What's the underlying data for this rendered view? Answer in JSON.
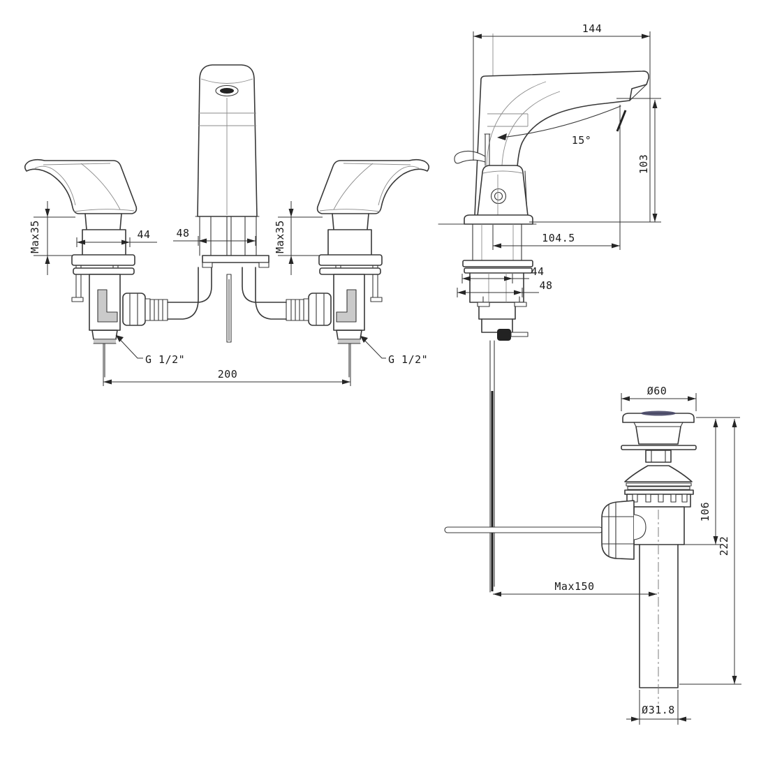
{
  "drawing": {
    "front_view": {
      "max35_left": "Max35",
      "d44": "44",
      "d48": "48",
      "max35_right": "Max35",
      "d200": "200",
      "g_left": "G 1/2\"",
      "g_right": "G 1/2\""
    },
    "side_view": {
      "d144": "144",
      "angle15": "15°",
      "d103": "103",
      "d104_5": "104.5",
      "d44": "44",
      "d48": "48",
      "max150": "Max150"
    },
    "drain_view": {
      "dia60": "Ø60",
      "d106": "106",
      "d222": "222",
      "dia31_8": "Ø31.8"
    },
    "colors": {
      "line": "#383838",
      "background": "#ffffff",
      "shade": "#b8b8b8",
      "plug_tint": "#474766"
    }
  }
}
